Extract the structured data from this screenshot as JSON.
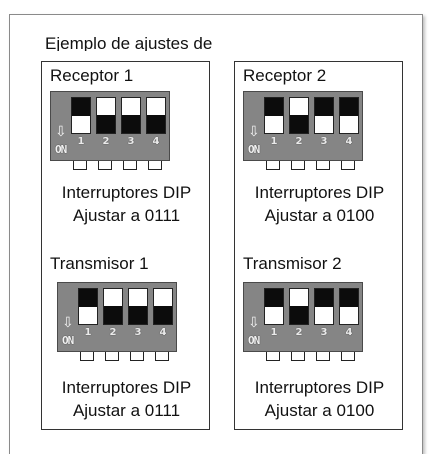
{
  "heading": "Ejemplo de ajustes de",
  "on_label": "ON",
  "panels": [
    {
      "receptor": {
        "title": "Receptor  1",
        "numbers": [
          "1",
          "2",
          "3",
          "4"
        ],
        "states": [
          "up",
          "down",
          "down",
          "down"
        ],
        "caption_line1": "Interruptores DIP",
        "caption_line2": "Ajustar a 0111"
      },
      "transmisor": {
        "title": "Transmisor 1",
        "numbers": [
          "1",
          "2",
          "3",
          "4"
        ],
        "states": [
          "up",
          "down",
          "down",
          "down"
        ],
        "caption_line1": "Interruptores DIP",
        "caption_line2": "Ajustar a 0111"
      }
    },
    {
      "receptor": {
        "title": "Receptor  2",
        "numbers": [
          "1",
          "2",
          "3",
          "4"
        ],
        "states": [
          "up",
          "down",
          "up",
          "up"
        ],
        "caption_line1": "Interruptores DIP",
        "caption_line2": "Ajustar a 0100"
      },
      "transmisor": {
        "title": "Transmisor 2",
        "numbers": [
          "1",
          "2",
          "3",
          "4"
        ],
        "states": [
          "up",
          "down",
          "up",
          "up"
        ],
        "caption_line1": "Interruptores DIP",
        "caption_line2": "Ajustar a 0100"
      }
    }
  ]
}
